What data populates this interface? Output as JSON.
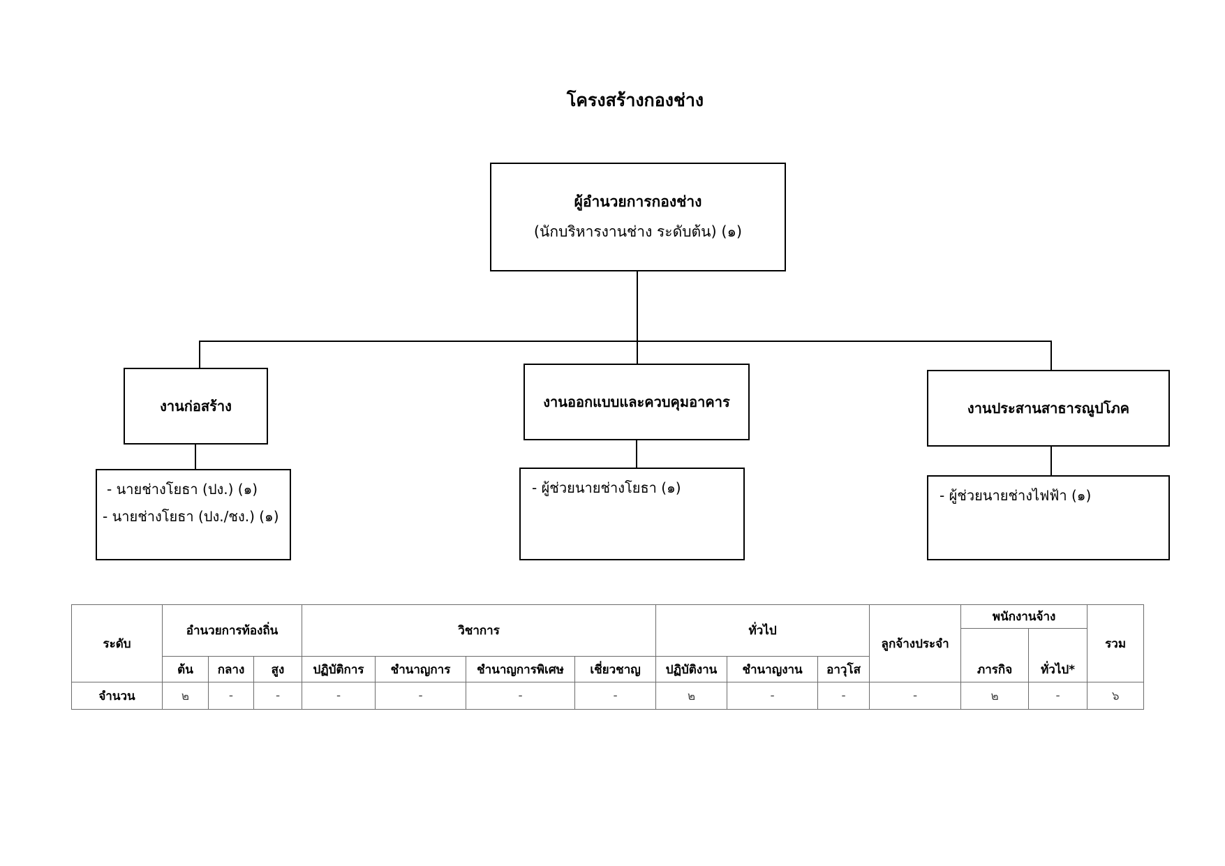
{
  "title": "โครงสร้างกองช่าง",
  "head": {
    "title": "ผู้อำนวยการกองช่าง",
    "subtitle": "(นักบริหารงานช่าง ระดับต้น) (๑)"
  },
  "units": [
    {
      "label": "งานก่อสร้าง",
      "staff": [
        "- นายช่างโยธา (ปง.) (๑)",
        "- นายช่างโยธา (ปง./ชง.) (๑)"
      ]
    },
    {
      "label": "งานออกแบบและควบคุมอาคาร",
      "staff": [
        "- ผู้ช่วยนายช่างโยธา (๑)"
      ]
    },
    {
      "label": "งานประสานสาธารณูปโภค",
      "staff": [
        "- ผู้ช่วยนายช่างไฟฟ้า (๑)"
      ]
    }
  ],
  "table": {
    "level": "ระดับ",
    "group_local": "อำนวยการท้องถิ่น",
    "group_academic": "วิชาการ",
    "group_general": "ทั่วไป",
    "group_permanent": "ลูกจ้างประจำ",
    "group_employee": "พนักงานจ้าง",
    "total": "รวม",
    "sub": [
      "ต้น",
      "กลาง",
      "สูง",
      "ปฏิบัติการ",
      "ชำนาญการ",
      "ชำนาญการพิเศษ",
      "เชี่ยวชาญ",
      "ปฏิบัติงาน",
      "ชำนาญงาน",
      "อาวุโส",
      "ภารกิจ",
      "ทั่วไป*"
    ],
    "row_label": "จำนวน",
    "values": [
      "๒",
      "-",
      "-",
      "-",
      "-",
      "-",
      "-",
      "๒",
      "-",
      "-",
      "-",
      "๒",
      "-",
      "๖"
    ]
  }
}
